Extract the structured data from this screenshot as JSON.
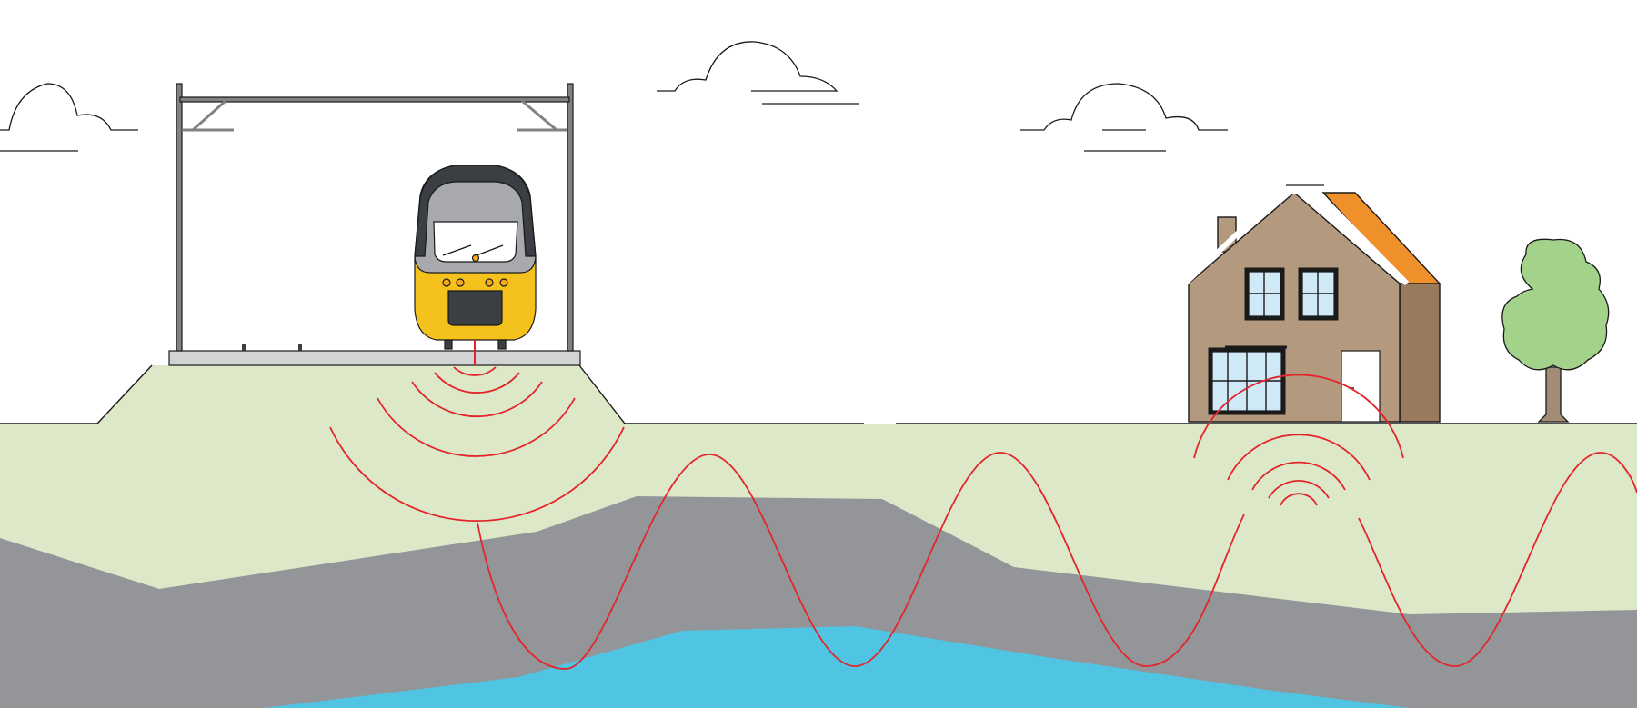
{
  "diagram": {
    "subject": "train-vibration-propagation",
    "labels": [],
    "colors": {
      "sky": "#ffffff",
      "outline": "#1a1a1a",
      "embankment": "#dde8c8",
      "ground_top": "#dde8c8",
      "clay_layer": "#939598",
      "water_layer": "#4fc4e3",
      "wave": "#e3252b",
      "mast": "#808285",
      "train_yellow": "#f5c11c",
      "train_grey": "#a7a9ac",
      "train_dark": "#3b3f44",
      "house_wall": "#b39a7f",
      "house_side": "#9a7a5c",
      "roof_tiles": "#f0902a",
      "window": "#cfe9f7",
      "tree_crown": "#a3d38b",
      "tree_trunk": "#a38c76"
    },
    "elements": {
      "train": "train-front",
      "catenary": "overhead-line-frame",
      "house": "house",
      "tree": "tree",
      "clouds": 3,
      "source_rings": 5,
      "receiver_rings": 5,
      "wave_crests": 4
    }
  }
}
